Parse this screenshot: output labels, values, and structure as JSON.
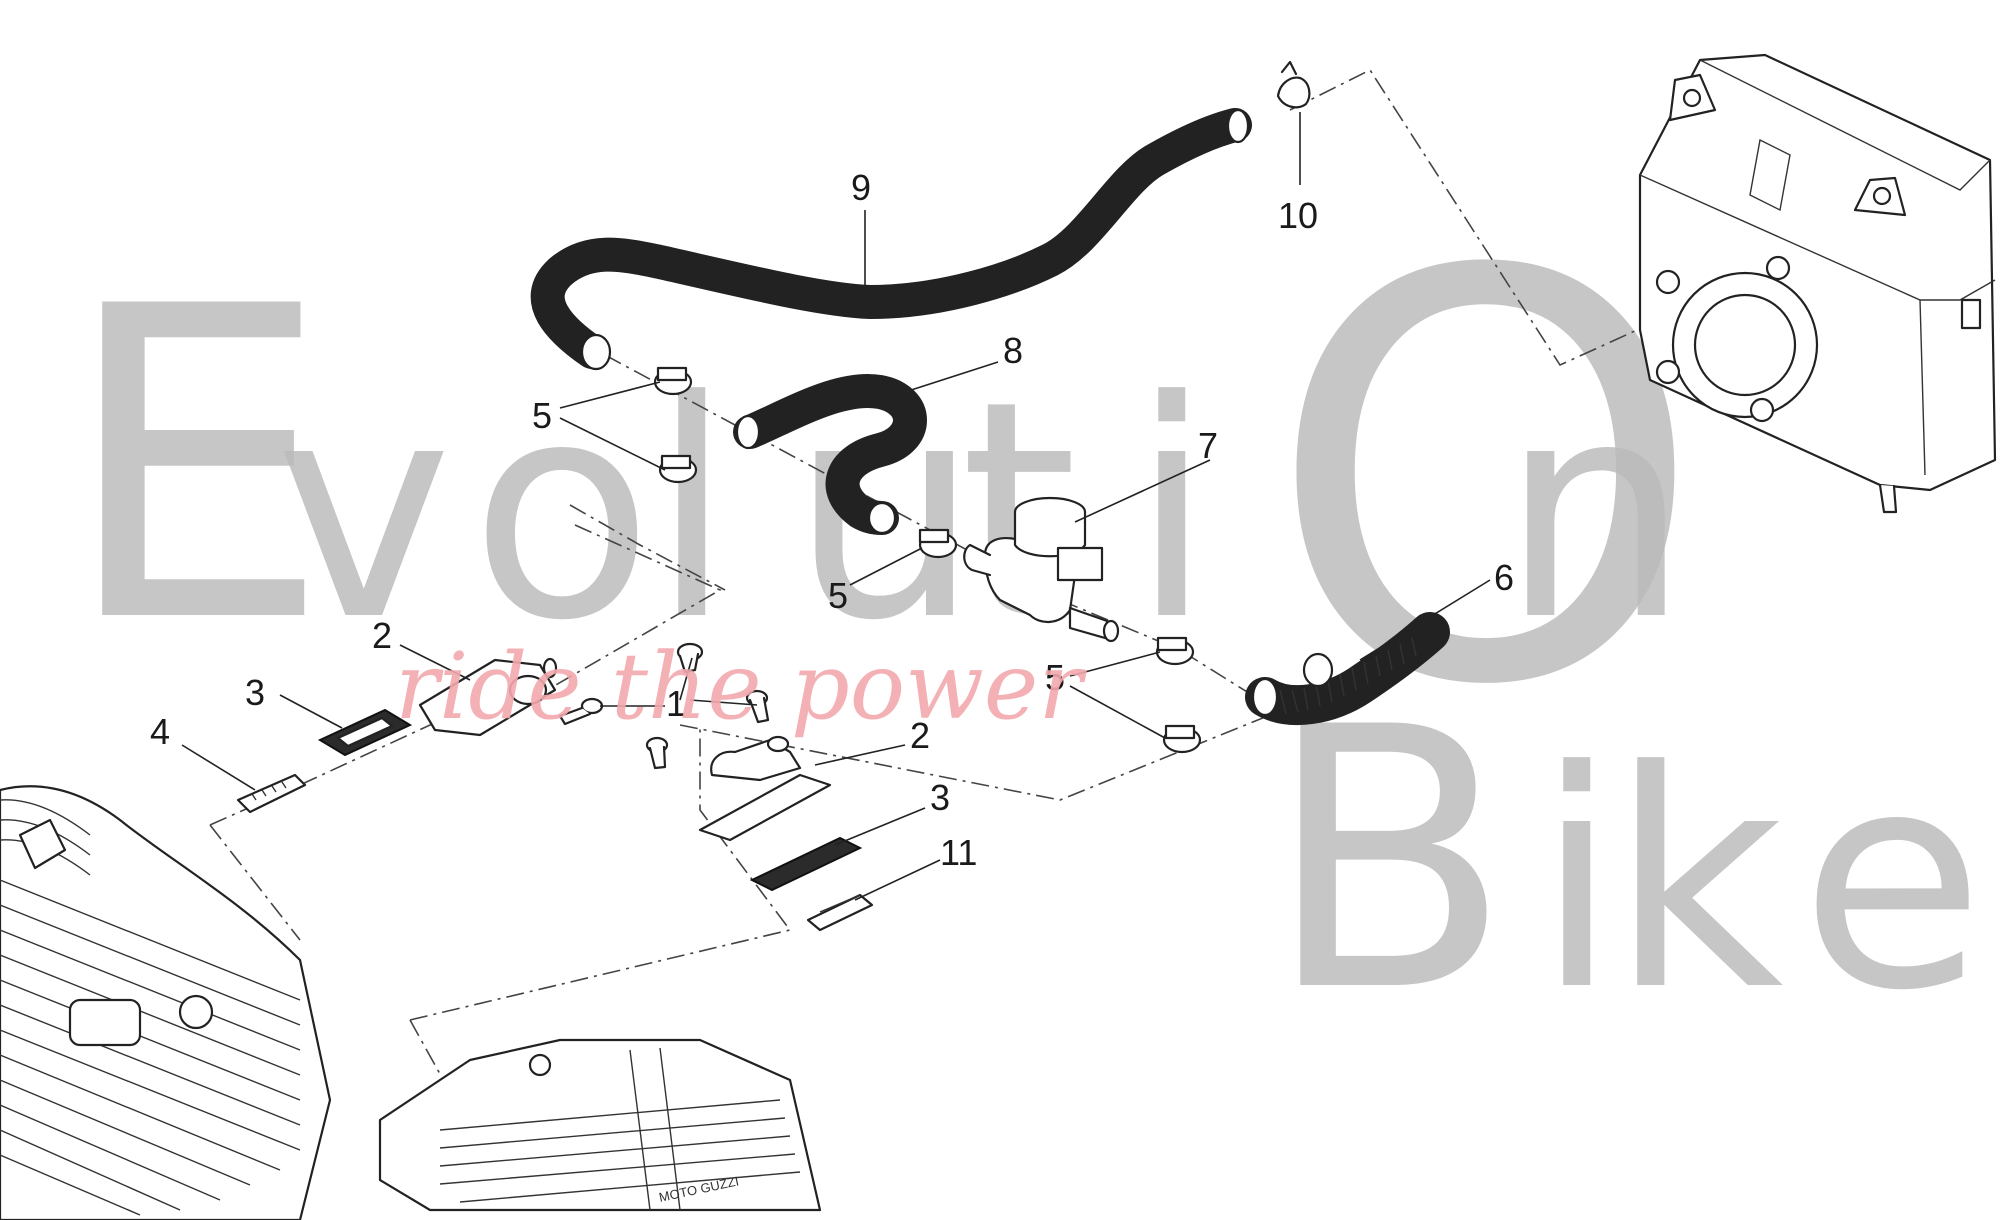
{
  "watermark": {
    "word_top": [
      "E",
      "v",
      "o",
      "l",
      "u",
      "t",
      "i",
      "O",
      "n"
    ],
    "word_bottom": [
      "B",
      "i",
      "k",
      "e"
    ],
    "tagline": "ride the power"
  },
  "callouts": [
    {
      "id": "c9",
      "label": "9"
    },
    {
      "id": "c10",
      "label": "10"
    },
    {
      "id": "c8",
      "label": "8"
    },
    {
      "id": "c5a",
      "label": "5"
    },
    {
      "id": "c7",
      "label": "7"
    },
    {
      "id": "c5b",
      "label": "5"
    },
    {
      "id": "c6",
      "label": "6"
    },
    {
      "id": "c2a",
      "label": "2"
    },
    {
      "id": "c3a",
      "label": "3"
    },
    {
      "id": "c1",
      "label": "1"
    },
    {
      "id": "c5c",
      "label": "5"
    },
    {
      "id": "c4",
      "label": "4"
    },
    {
      "id": "c2b",
      "label": "2"
    },
    {
      "id": "c3b",
      "label": "3"
    },
    {
      "id": "c11",
      "label": "11"
    }
  ],
  "engine_brand": "MOTO GUZZI",
  "colors": {
    "watermark_gray": "#b9b9b9",
    "tagline_pink": "#f2a8ad",
    "line": "#222222",
    "background": "#ffffff"
  }
}
